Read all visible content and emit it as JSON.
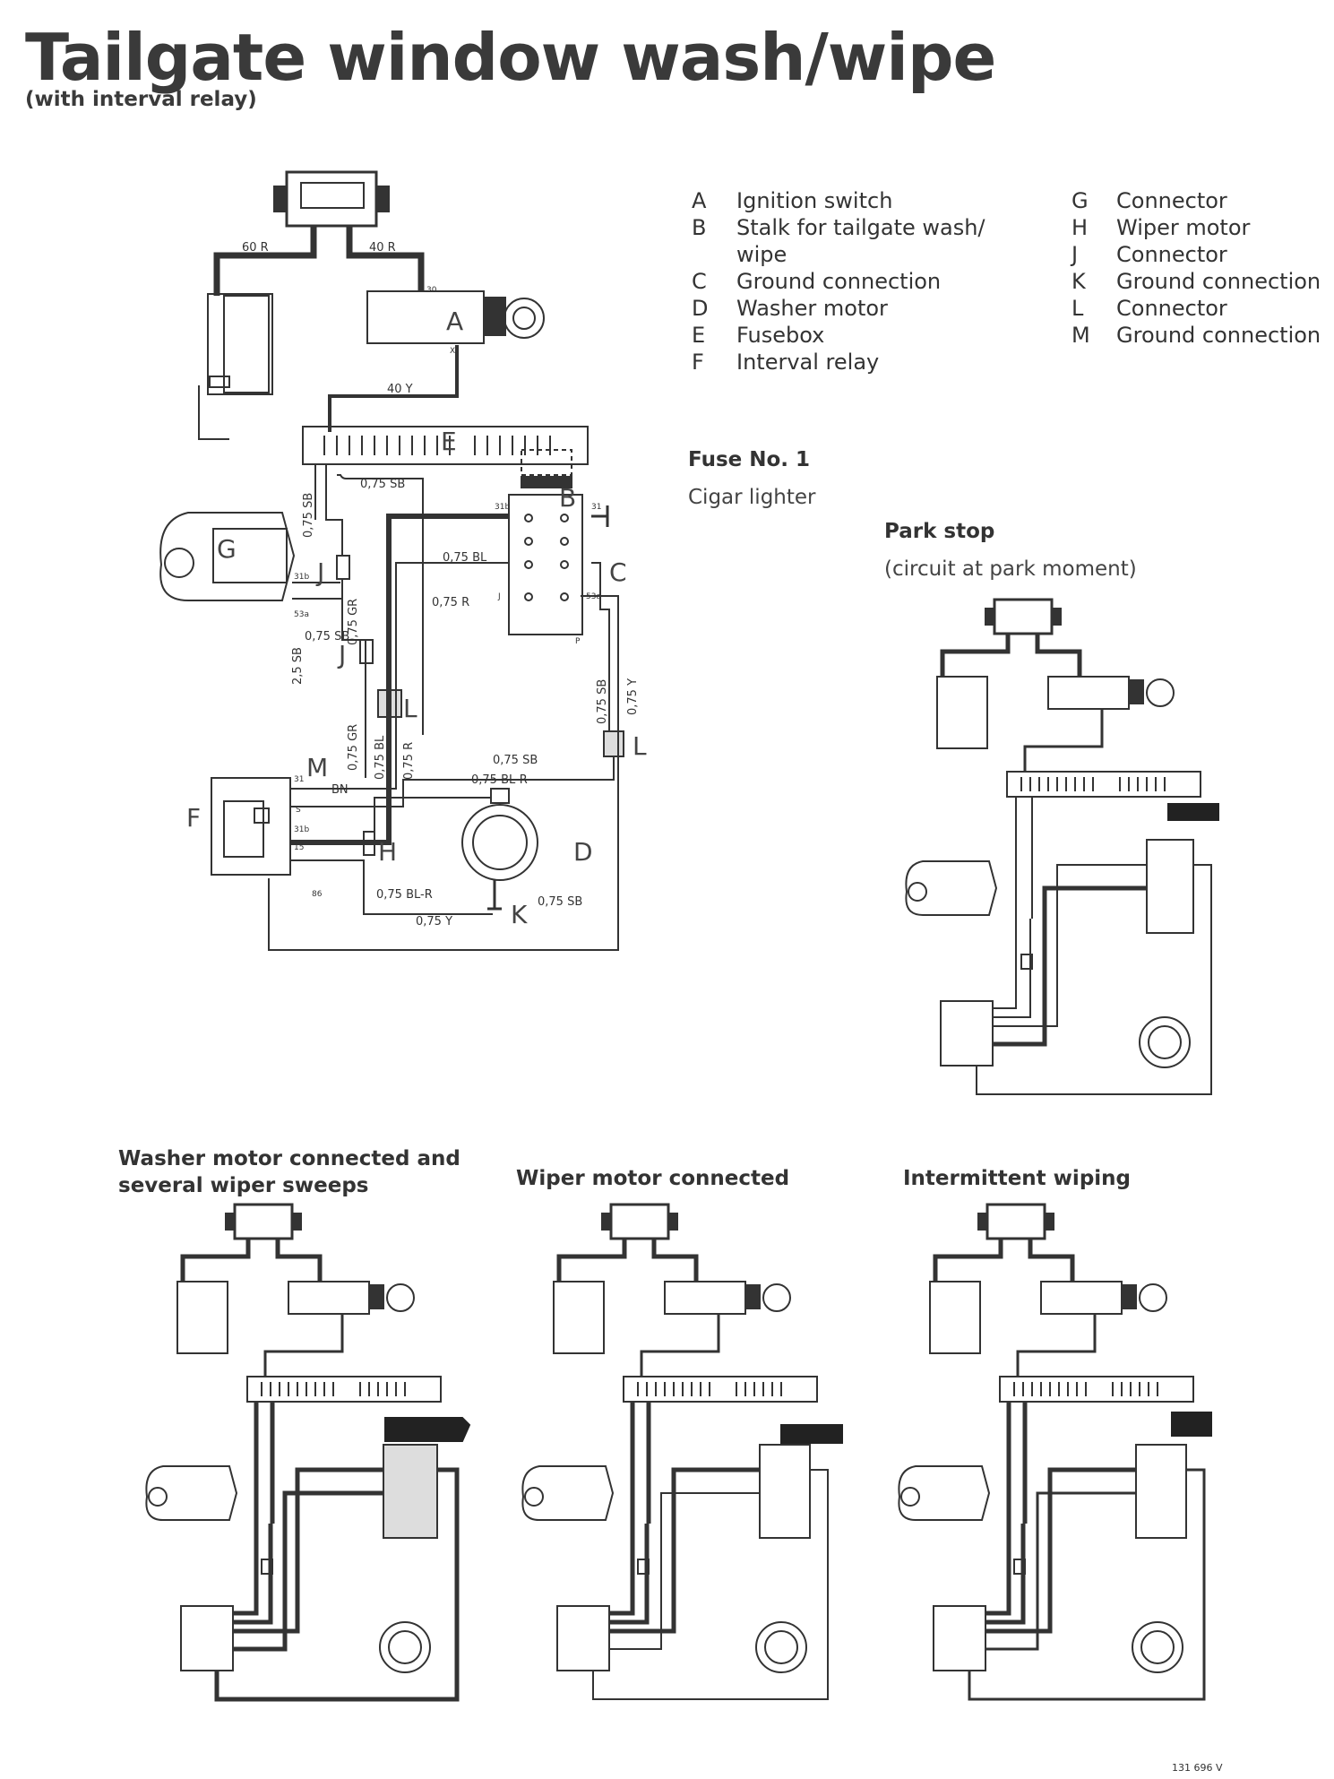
{
  "header": {
    "title": "Tailgate window wash/wipe",
    "subtitle": "(with interval relay)"
  },
  "legend": {
    "left": [
      {
        "key": "A",
        "text": "Ignition switch"
      },
      {
        "key": "B",
        "text": "Stalk for tailgate wash/"
      },
      {
        "key": "",
        "text": "wipe"
      },
      {
        "key": "C",
        "text": "Ground connection"
      },
      {
        "key": "D",
        "text": "Washer motor"
      },
      {
        "key": "E",
        "text": "Fusebox"
      },
      {
        "key": "F",
        "text": "Interval relay"
      }
    ],
    "right": [
      {
        "key": "G",
        "text": "Connector"
      },
      {
        "key": "H",
        "text": "Wiper motor"
      },
      {
        "key": "J",
        "text": "Connector"
      },
      {
        "key": "K",
        "text": "Ground connection"
      },
      {
        "key": "L",
        "text": "Connector"
      },
      {
        "key": "M",
        "text": "Ground connection"
      }
    ]
  },
  "fuse": {
    "title": "Fuse No. 1",
    "text": "Cigar lighter"
  },
  "park_stop": {
    "title": "Park stop",
    "text": "(circuit at park moment)"
  },
  "captions": {
    "washer_line1": "Washer motor connected and",
    "washer_line2": "several wiper sweeps",
    "wiper": "Wiper motor connected",
    "intermittent": "Intermittent wiping"
  },
  "main_diagram": {
    "part_labels": [
      "A",
      "B",
      "C",
      "D",
      "E",
      "F",
      "G",
      "H",
      "J",
      "J",
      "K",
      "L",
      "L",
      "M"
    ],
    "wire_labels": [
      "60 R",
      "40 R",
      "40 Y",
      "0,75 SB",
      "0,75 SB",
      "0,75 BL",
      "0,75 R",
      "0,75 SB",
      "0,75 GR",
      "2,5 SB",
      "0,75 GR",
      "0,75 BL",
      "0,75 R",
      "0,75 SB",
      "0,75 Y",
      "0,75 SB",
      "0,75 BL-R",
      "0,75 BL-R",
      "0,75 SB",
      "0,75 Y",
      "BN"
    ],
    "terminal_labels": [
      "30",
      "X",
      "31b",
      "53a",
      "31",
      "31b",
      "J",
      "53a",
      "P",
      "31",
      "S",
      "31b",
      "15",
      "86"
    ]
  },
  "figure_number": "131 696 V",
  "colors": {
    "ink": "#3a3a3a",
    "paper": "#ffffff",
    "fill_dark": "#2a2a2a"
  }
}
